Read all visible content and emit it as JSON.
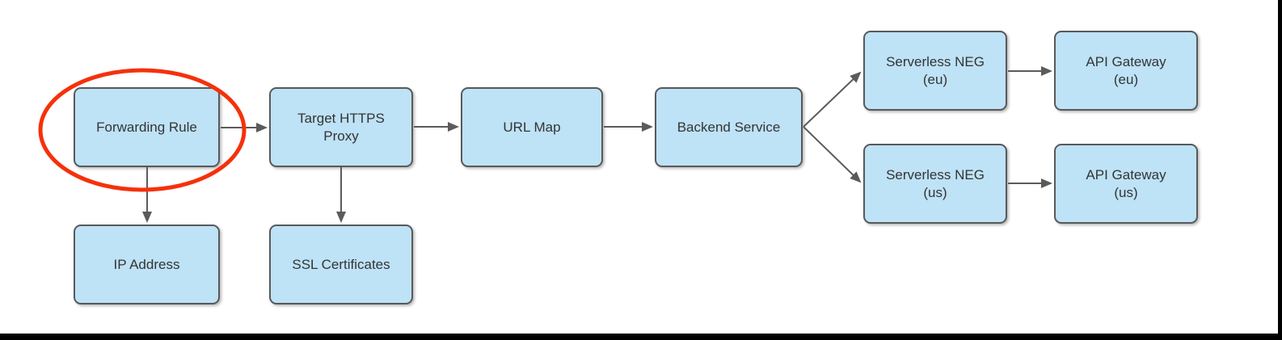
{
  "diagram": {
    "type": "flowchart",
    "nodes": [
      {
        "id": "forwarding-rule",
        "label": "Forwarding Rule"
      },
      {
        "id": "target-https-proxy",
        "label": "Target HTTPS\nProxy"
      },
      {
        "id": "url-map",
        "label": "URL Map"
      },
      {
        "id": "backend-service",
        "label": "Backend Service"
      },
      {
        "id": "serverless-neg-eu",
        "label": "Serverless NEG\n(eu)"
      },
      {
        "id": "api-gateway-eu",
        "label": "API Gateway\n(eu)"
      },
      {
        "id": "serverless-neg-us",
        "label": "Serverless NEG\n(us)"
      },
      {
        "id": "api-gateway-us",
        "label": "API Gateway\n(us)"
      },
      {
        "id": "ip-address",
        "label": "IP Address"
      },
      {
        "id": "ssl-certificates",
        "label": "SSL Certificates"
      }
    ],
    "edges": [
      {
        "from": "forwarding-rule",
        "to": "target-https-proxy"
      },
      {
        "from": "target-https-proxy",
        "to": "url-map"
      },
      {
        "from": "url-map",
        "to": "backend-service"
      },
      {
        "from": "backend-service",
        "to": "serverless-neg-eu"
      },
      {
        "from": "backend-service",
        "to": "serverless-neg-us"
      },
      {
        "from": "serverless-neg-eu",
        "to": "api-gateway-eu"
      },
      {
        "from": "serverless-neg-us",
        "to": "api-gateway-us"
      },
      {
        "from": "forwarding-rule",
        "to": "ip-address"
      },
      {
        "from": "target-https-proxy",
        "to": "ssl-certificates"
      }
    ],
    "annotation": {
      "shape": "ellipse",
      "highlights": "forwarding-rule",
      "color": "#f5310b"
    }
  },
  "colors": {
    "node_fill": "#bee2f6",
    "node_border": "#58595b",
    "arrow": "#5b5b5b",
    "highlight": "#f5310b",
    "text": "#343434",
    "frame": "#000000"
  }
}
